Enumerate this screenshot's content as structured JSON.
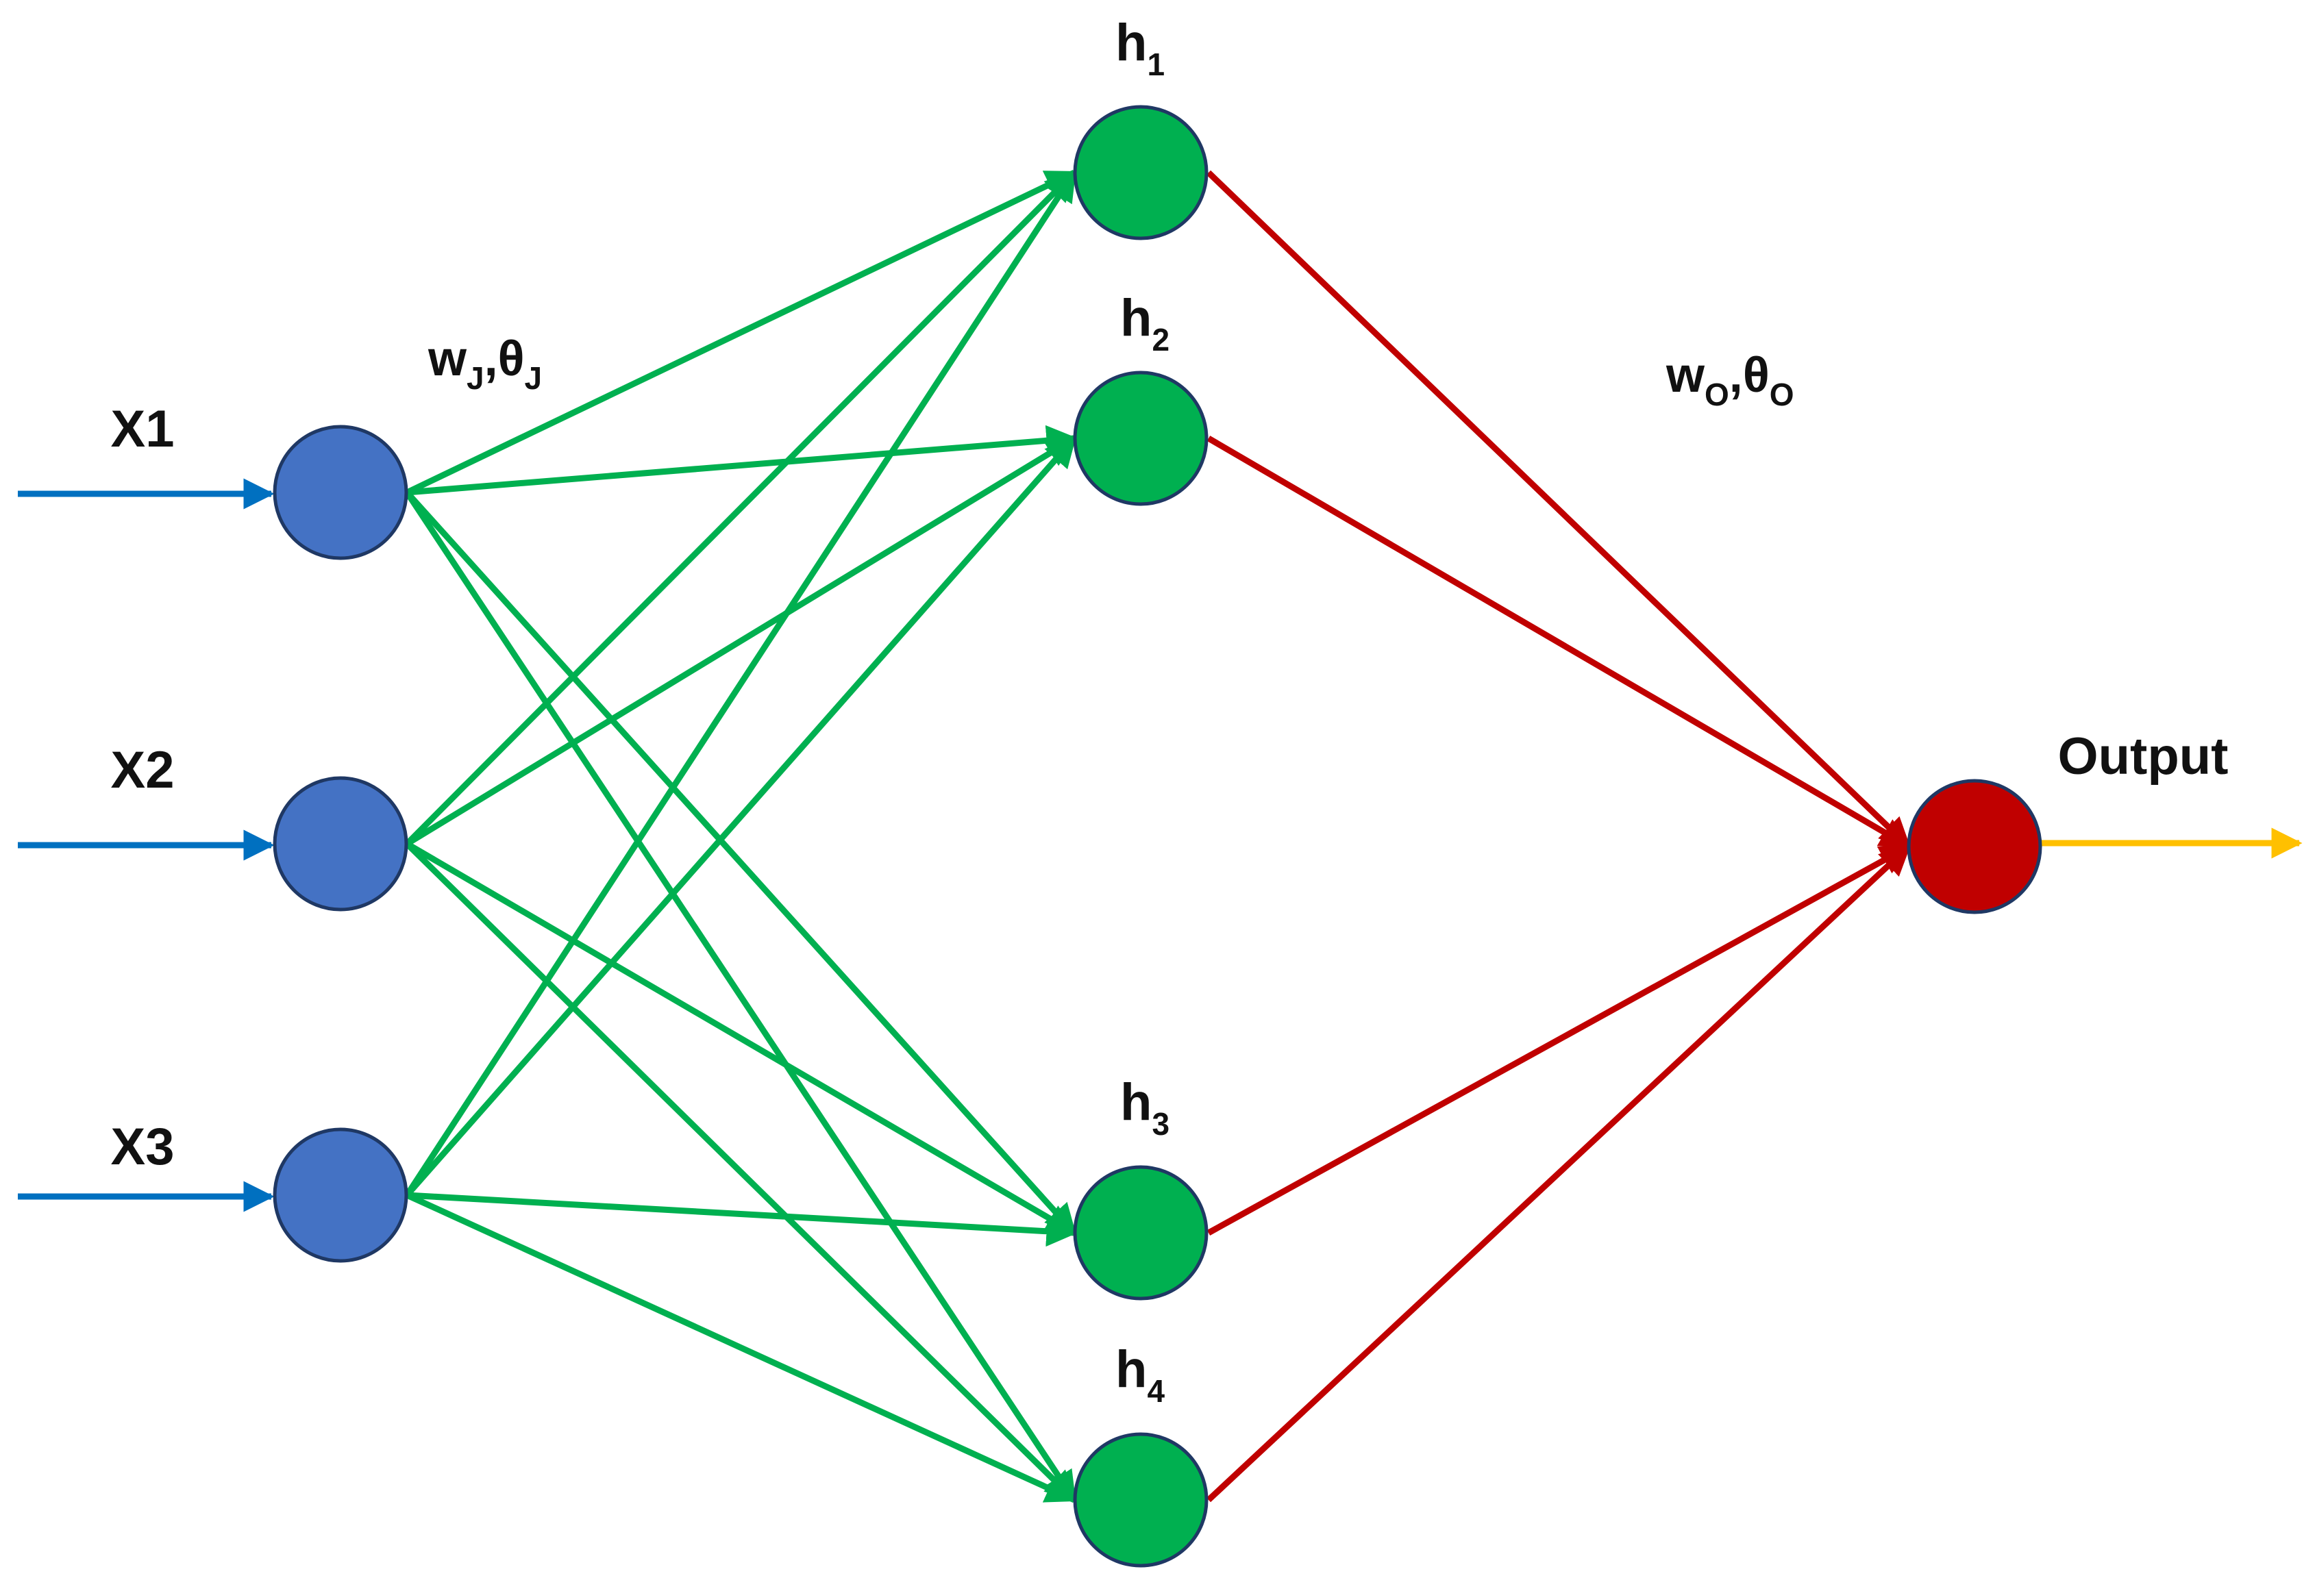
{
  "diagram": {
    "inputs": [
      {
        "label": "X1"
      },
      {
        "label": "X2"
      },
      {
        "label": "X3"
      }
    ],
    "hidden": [
      {
        "base": "h",
        "sub": "1"
      },
      {
        "base": "h",
        "sub": "2"
      },
      {
        "base": "h",
        "sub": "3"
      },
      {
        "base": "h",
        "sub": "4"
      }
    ],
    "output": {
      "label": "Output"
    },
    "weights_hidden": {
      "w": "w",
      "w_sub": "J",
      "sep": ",",
      "theta": "θ",
      "theta_sub": "J"
    },
    "weights_output": {
      "w": "w",
      "w_sub": "O",
      "sep": ",",
      "theta": "θ",
      "theta_sub": "O"
    },
    "colors": {
      "input_node": "#4472C4",
      "input_arrow": "#0070C0",
      "hidden_node": "#00B050",
      "hidden_edge": "#00B050",
      "output_node": "#C00000",
      "output_edge": "#C00000",
      "output_arrow": "#FFC000",
      "node_stroke": "#1F3864"
    }
  }
}
